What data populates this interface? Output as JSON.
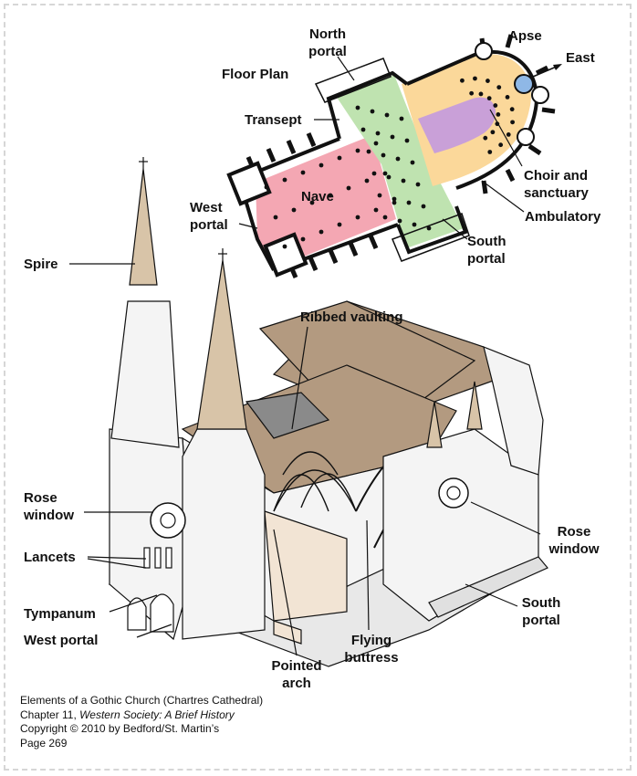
{
  "floor_plan": {
    "title": "Floor Plan",
    "labels": {
      "north_portal": [
        "North",
        "portal"
      ],
      "apse": "Apse",
      "east": "East",
      "transept": "Transept",
      "nave": "Nave",
      "west_portal": [
        "West",
        "portal"
      ],
      "choir": [
        "Choir and",
        "sanctuary"
      ],
      "ambulatory": "Ambulatory",
      "south_portal": [
        "South",
        "portal"
      ]
    },
    "colors": {
      "nave": "#f4a7b3",
      "transept": "#bfe3b0",
      "choir": "#fbd89a",
      "sanctuary": "#c9a0d8",
      "apse": "#8fb8e6"
    }
  },
  "cathedral": {
    "labels": {
      "spire": "Spire",
      "ribbed_vaulting": "Ribbed vaulting",
      "rose_window_left": [
        "Rose",
        "window"
      ],
      "lancets": "Lancets",
      "tympanum": "Tympanum",
      "west_portal": "West portal",
      "pointed_arch": [
        "Pointed",
        "arch"
      ],
      "flying_buttress": [
        "Flying",
        "buttress"
      ],
      "rose_window_right": [
        "Rose",
        "window"
      ],
      "south_portal": [
        "South",
        "portal"
      ]
    },
    "colors": {
      "roof": "#b39a80",
      "spire": "#d8c4a8",
      "vault": "#8a8a8a",
      "stone": "#f4f4f4",
      "interior_floor": "#f2e4d4"
    }
  },
  "credit": {
    "line1": "Elements of a Gothic Church (Chartres Cathedral)",
    "line2_prefix": "Chapter 11, ",
    "line2_title": "Western Society: A Brief History",
    "line3": "Copyright © 2010 by Bedford/St. Martin’s",
    "line4": "Page 269"
  }
}
